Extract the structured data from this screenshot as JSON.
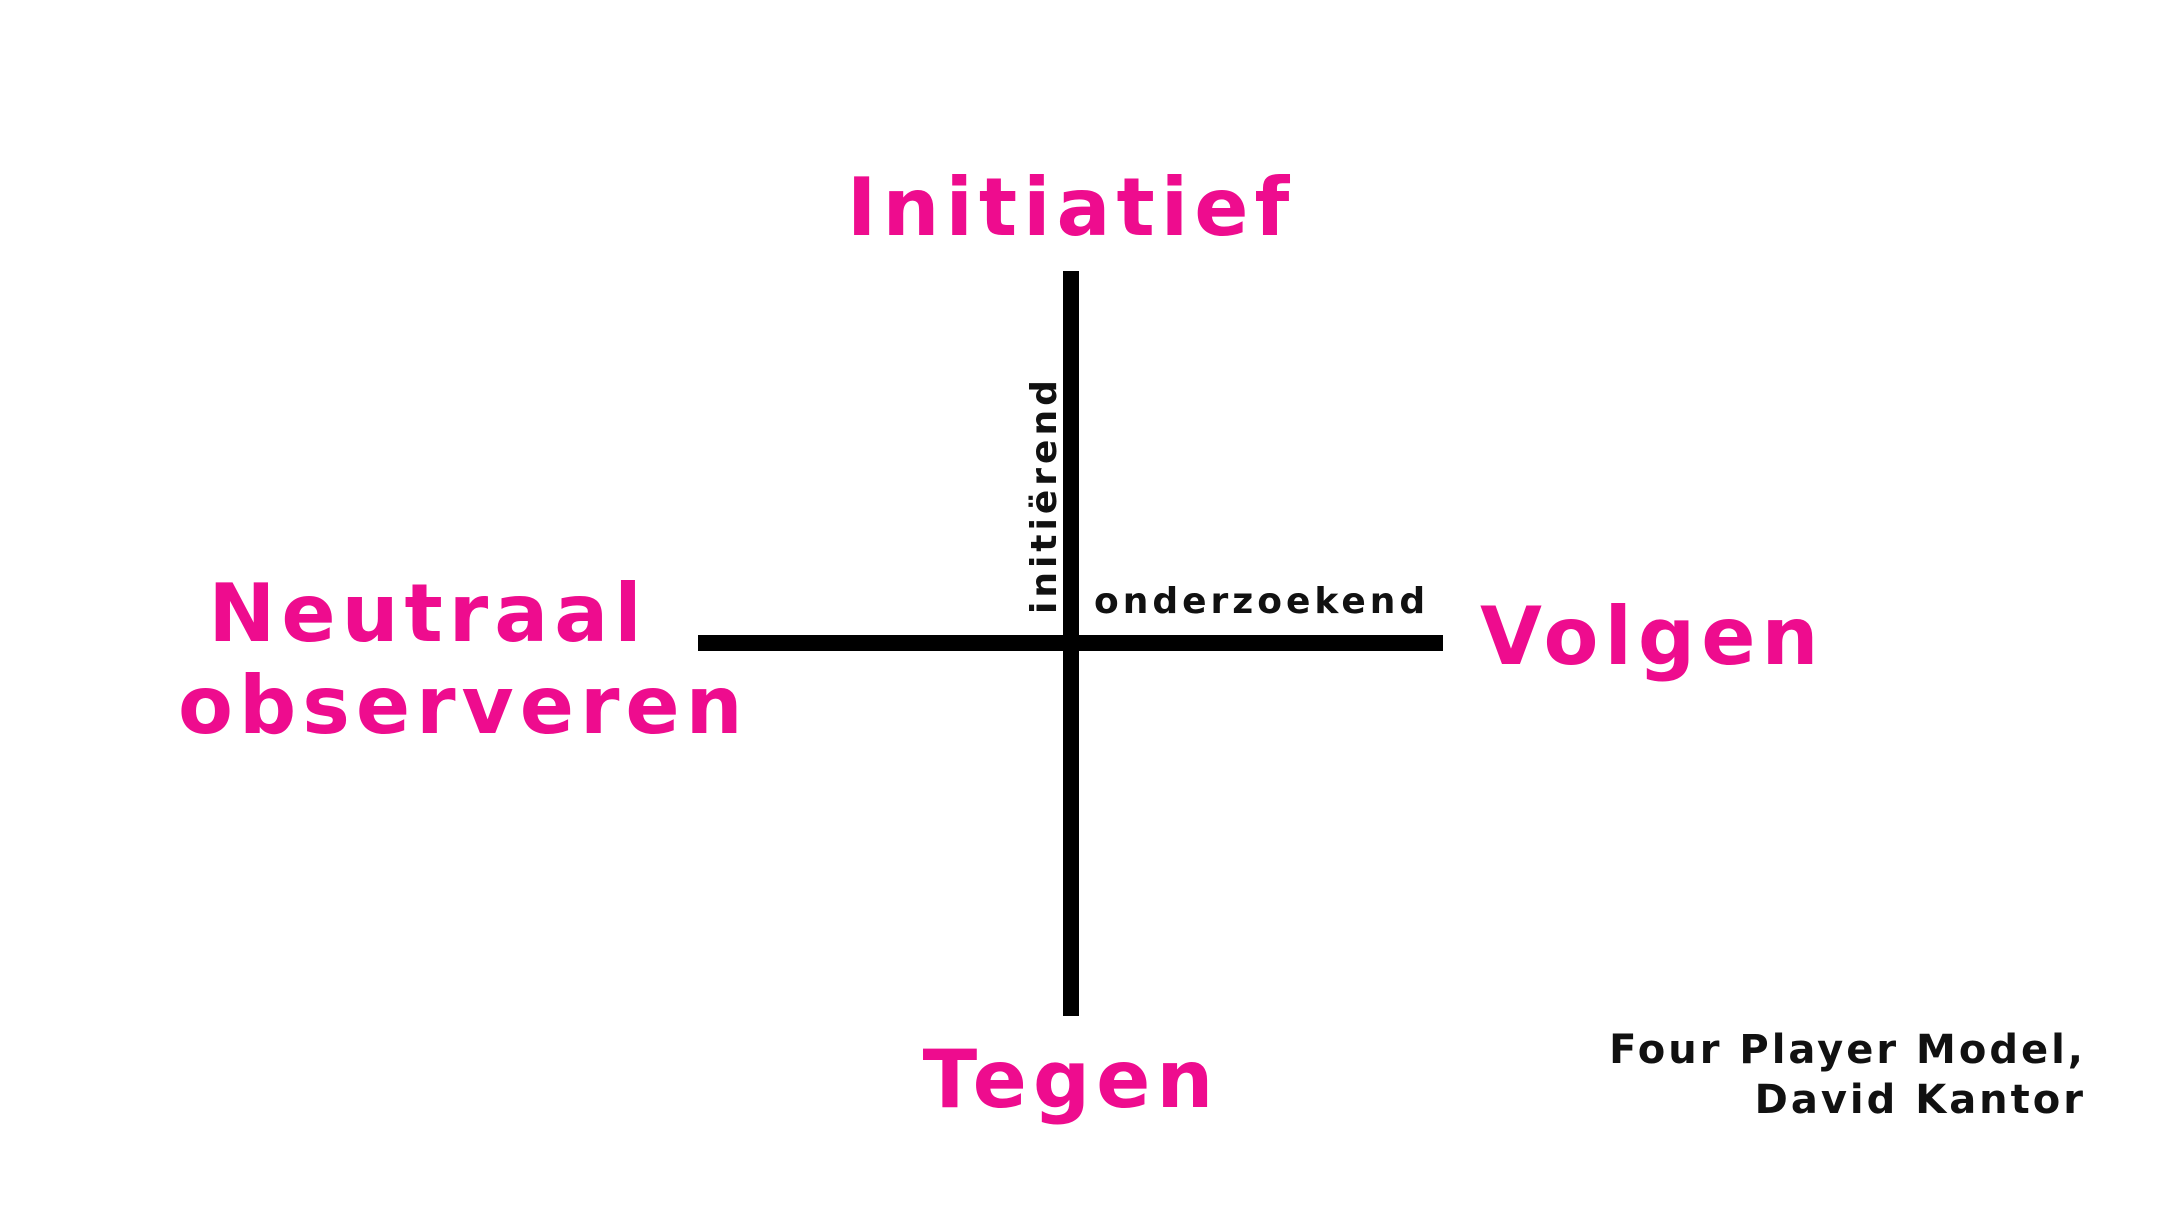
{
  "poles": {
    "top": "Initiatief",
    "bottom": "Tegen",
    "right": "Volgen",
    "left_line1": "Neutraal",
    "left_line2": "observeren"
  },
  "axis_labels": {
    "vertical": "initiërend",
    "horizontal": "onderzoekend"
  },
  "credit": {
    "line1": "Four Player Model,",
    "line2": "David Kantor"
  },
  "colors": {
    "accent": "#ee0c8e",
    "axis": "#000000",
    "text": "#111111",
    "background": "#ffffff"
  }
}
